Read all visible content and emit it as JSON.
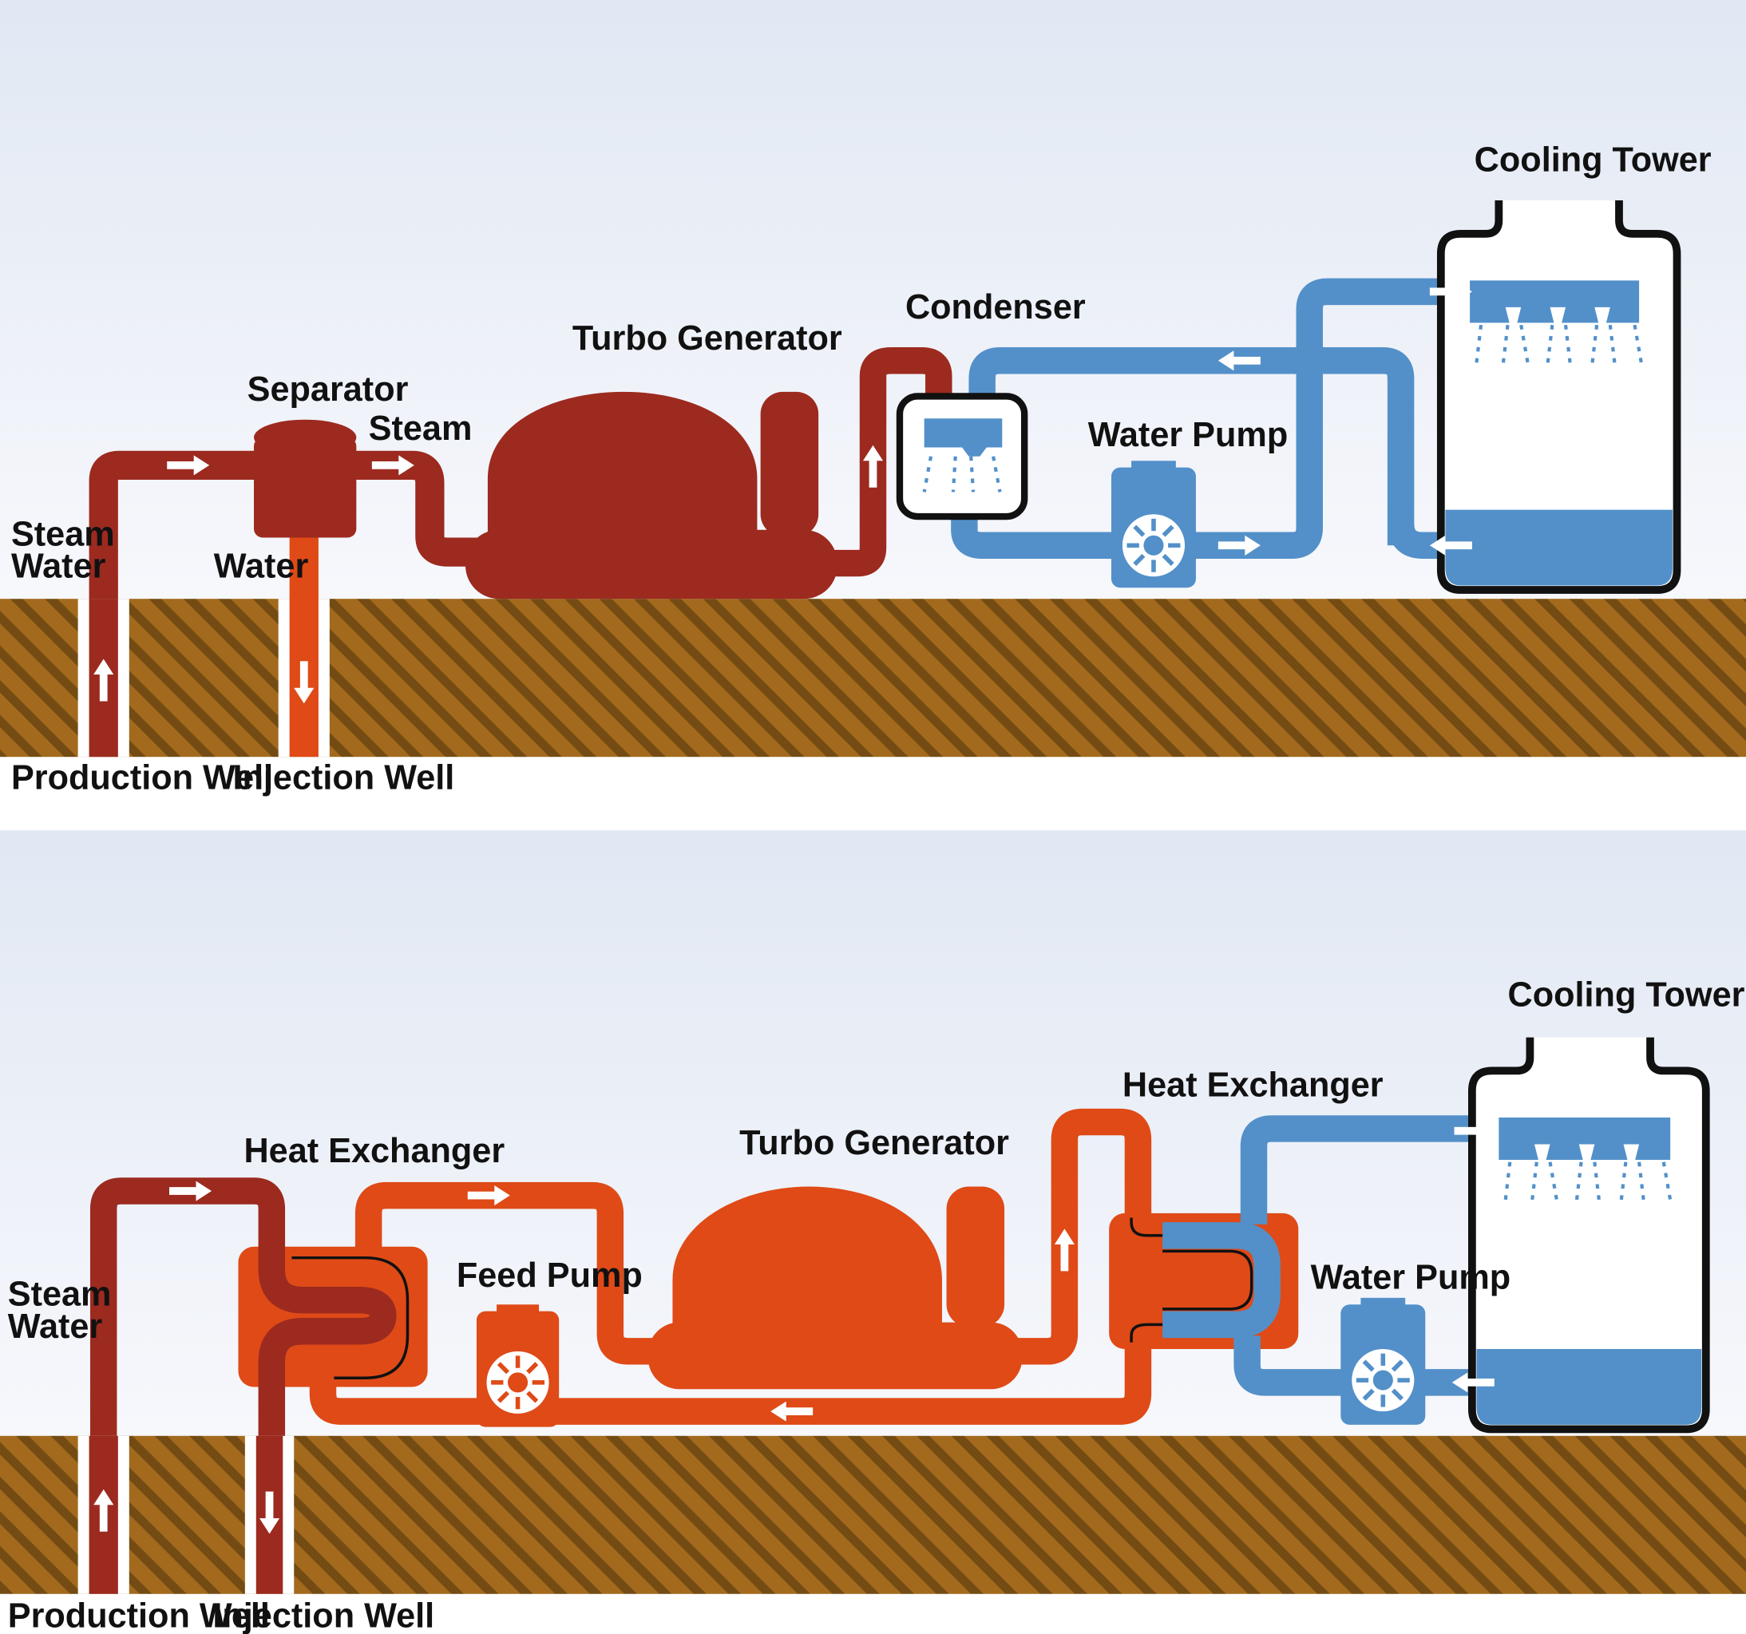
{
  "colors": {
    "sky_top": "#e1e8f3",
    "sky_bottom": "#f7f8fc",
    "ground": "#a36a1e",
    "ground_stripe": "#744c13",
    "geo_pipe": "#9c2a1f",
    "hot_pipe": "#df4a17",
    "cool_pipe": "#5390c9",
    "outline": "#111111",
    "arrow": "#ffffff"
  },
  "top": {
    "labels": {
      "steam": "Steam",
      "water": "Water",
      "separator": "Separator",
      "separator_steam": "Steam",
      "separator_water": "Water",
      "turbo_generator": "Turbo Generator",
      "condenser": "Condenser",
      "water_pump": "Water Pump",
      "cooling_tower": "Cooling Tower",
      "production_well": "Production Well",
      "injection_well": "Injection Well"
    }
  },
  "bottom": {
    "labels": {
      "steam": "Steam",
      "water": "Water",
      "heat_exchanger_1": "Heat Exchanger",
      "feed_pump": "Feed Pump",
      "turbo_generator": "Turbo Generator",
      "heat_exchanger_2": "Heat Exchanger",
      "water_pump": "Water Pump",
      "cooling_tower": "Cooling Tower",
      "production_well": "Production Well",
      "injection_well": "Injection Well"
    }
  },
  "icons": [
    "flow-arrow-icon",
    "pump-impeller-icon",
    "spray-nozzle-icon"
  ]
}
